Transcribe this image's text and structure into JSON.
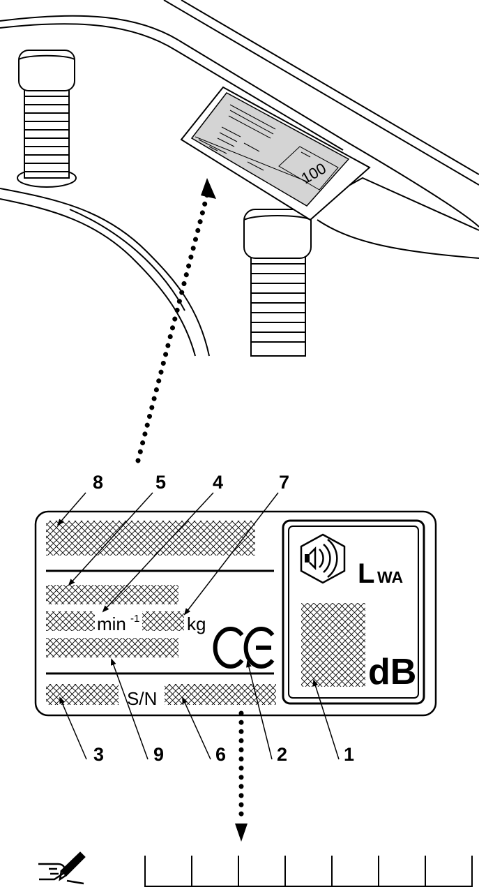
{
  "machine_plate": {
    "sound_value": "100"
  },
  "rating_plate": {
    "speed_unit": "min",
    "speed_exponent": "-1",
    "weight_unit": "kg",
    "serial_label": "S/N",
    "conformity_mark": "CE",
    "sound_symbol_main": "L",
    "sound_symbol_sub": "WA",
    "sound_unit": "dB"
  },
  "callouts": {
    "top": [
      "8",
      "5",
      "4",
      "7"
    ],
    "bottom": [
      "3",
      "9",
      "6",
      "2",
      "1"
    ]
  },
  "record_box": {
    "icon": "hand-writing-icon",
    "cells": 7
  }
}
